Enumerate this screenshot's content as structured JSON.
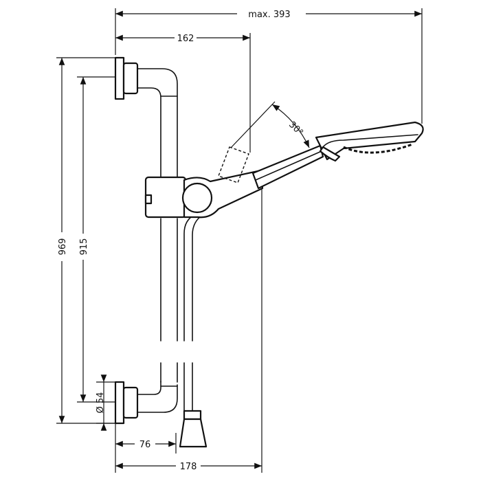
{
  "dimensions": {
    "max_width": "max. 393",
    "offset_162": "162",
    "height_969": "969",
    "height_915": "915",
    "diameter_54": "Ø 54",
    "width_76": "76",
    "width_178": "178",
    "angle_30": "30°"
  }
}
